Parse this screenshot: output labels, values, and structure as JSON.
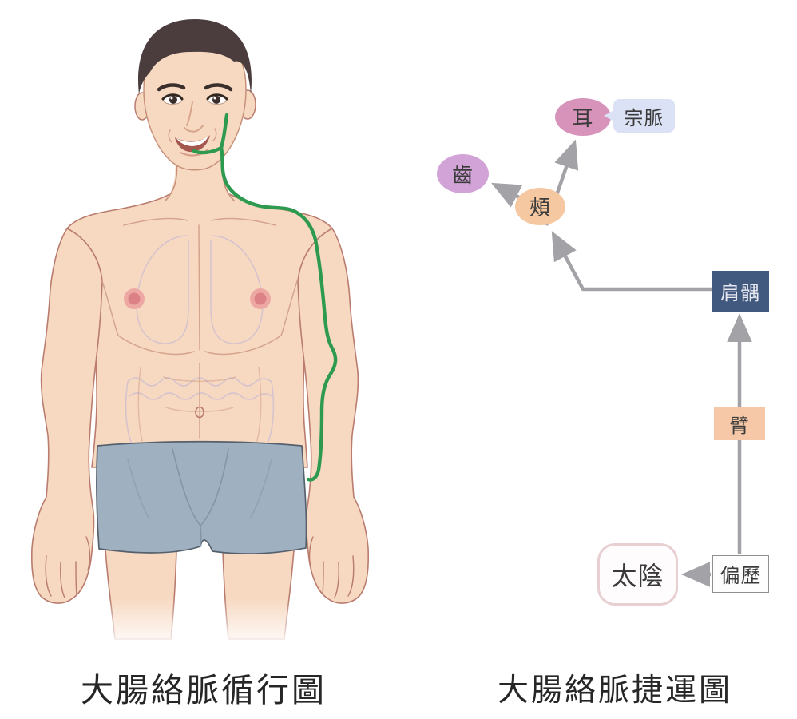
{
  "figure": {
    "caption": "大腸絡脈循行圖",
    "meridian_color": "#2e9a50",
    "skin_color": "#f7d9c2",
    "hair_color": "#4b3d3d",
    "shorts_color": "#9fb1c1"
  },
  "diagram": {
    "caption": "大腸絡脈捷運圖",
    "arrow_color": "#a3a2a7",
    "nodes": {
      "ear": {
        "label": "耳",
        "shape": "ellipse",
        "fill": "#d893bb"
      },
      "zongmai": {
        "label": "宗脈",
        "shape": "callout",
        "fill": "#dbe2f5"
      },
      "tooth": {
        "label": "齒",
        "shape": "ellipse",
        "fill": "#d2a3d6"
      },
      "cheek": {
        "label": "頰",
        "shape": "ellipse",
        "fill": "#f5c8a1"
      },
      "jianyu": {
        "label": "肩髃",
        "shape": "rect",
        "fill": "#41597e",
        "text_color": "#e9e9f2"
      },
      "arm": {
        "label": "臂",
        "shape": "rect",
        "fill": "#f6c8a8"
      },
      "pianli": {
        "label": "偏歷",
        "shape": "rect",
        "fill": "#fdfdfd"
      },
      "taiyin": {
        "label": "太陰",
        "shape": "rounded-rect",
        "fill": "#fefcfc"
      }
    },
    "edges": [
      {
        "from": "pianli",
        "to": "taiyin"
      },
      {
        "from": "pianli",
        "to": "jianyu",
        "passes_through": "arm"
      },
      {
        "from": "jianyu",
        "to": "cheek"
      },
      {
        "from": "cheek",
        "to": "tooth"
      },
      {
        "from": "cheek",
        "to": "ear"
      },
      {
        "from": "ear",
        "to": "zongmai",
        "type": "callout"
      }
    ]
  }
}
